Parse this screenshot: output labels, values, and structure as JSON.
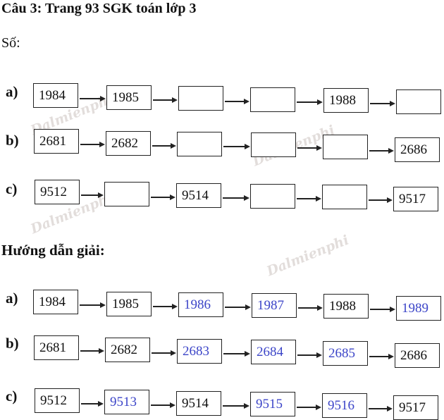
{
  "title": "Câu 3: Trang 93 SGK toán lớp 3",
  "prompt": "Số:",
  "solution_heading": "Hướng dẫn giải:",
  "watermark": "Dalmienphi",
  "exercise": {
    "a": {
      "label": "a)",
      "cells": [
        "1984",
        "1985",
        "",
        "",
        "1988",
        ""
      ]
    },
    "b": {
      "label": "b)",
      "cells": [
        "2681",
        "2682",
        "",
        "",
        "",
        "2686"
      ]
    },
    "c": {
      "label": "c)",
      "cells": [
        "9512",
        "",
        "9514",
        "",
        "",
        "9517"
      ]
    }
  },
  "solution": {
    "a": {
      "label": "a)",
      "cells": [
        "1984",
        "1985",
        "1986",
        "1987",
        "1988",
        "1989"
      ]
    },
    "b": {
      "label": "b)",
      "cells": [
        "2681",
        "2682",
        "2683",
        "2684",
        "2685",
        "2686"
      ]
    },
    "c": {
      "label": "c)",
      "cells": [
        "9512",
        "9513",
        "9514",
        "9515",
        "9516",
        "9517"
      ]
    }
  },
  "colors": {
    "given": "#111111",
    "answer": "#3c45c8"
  }
}
